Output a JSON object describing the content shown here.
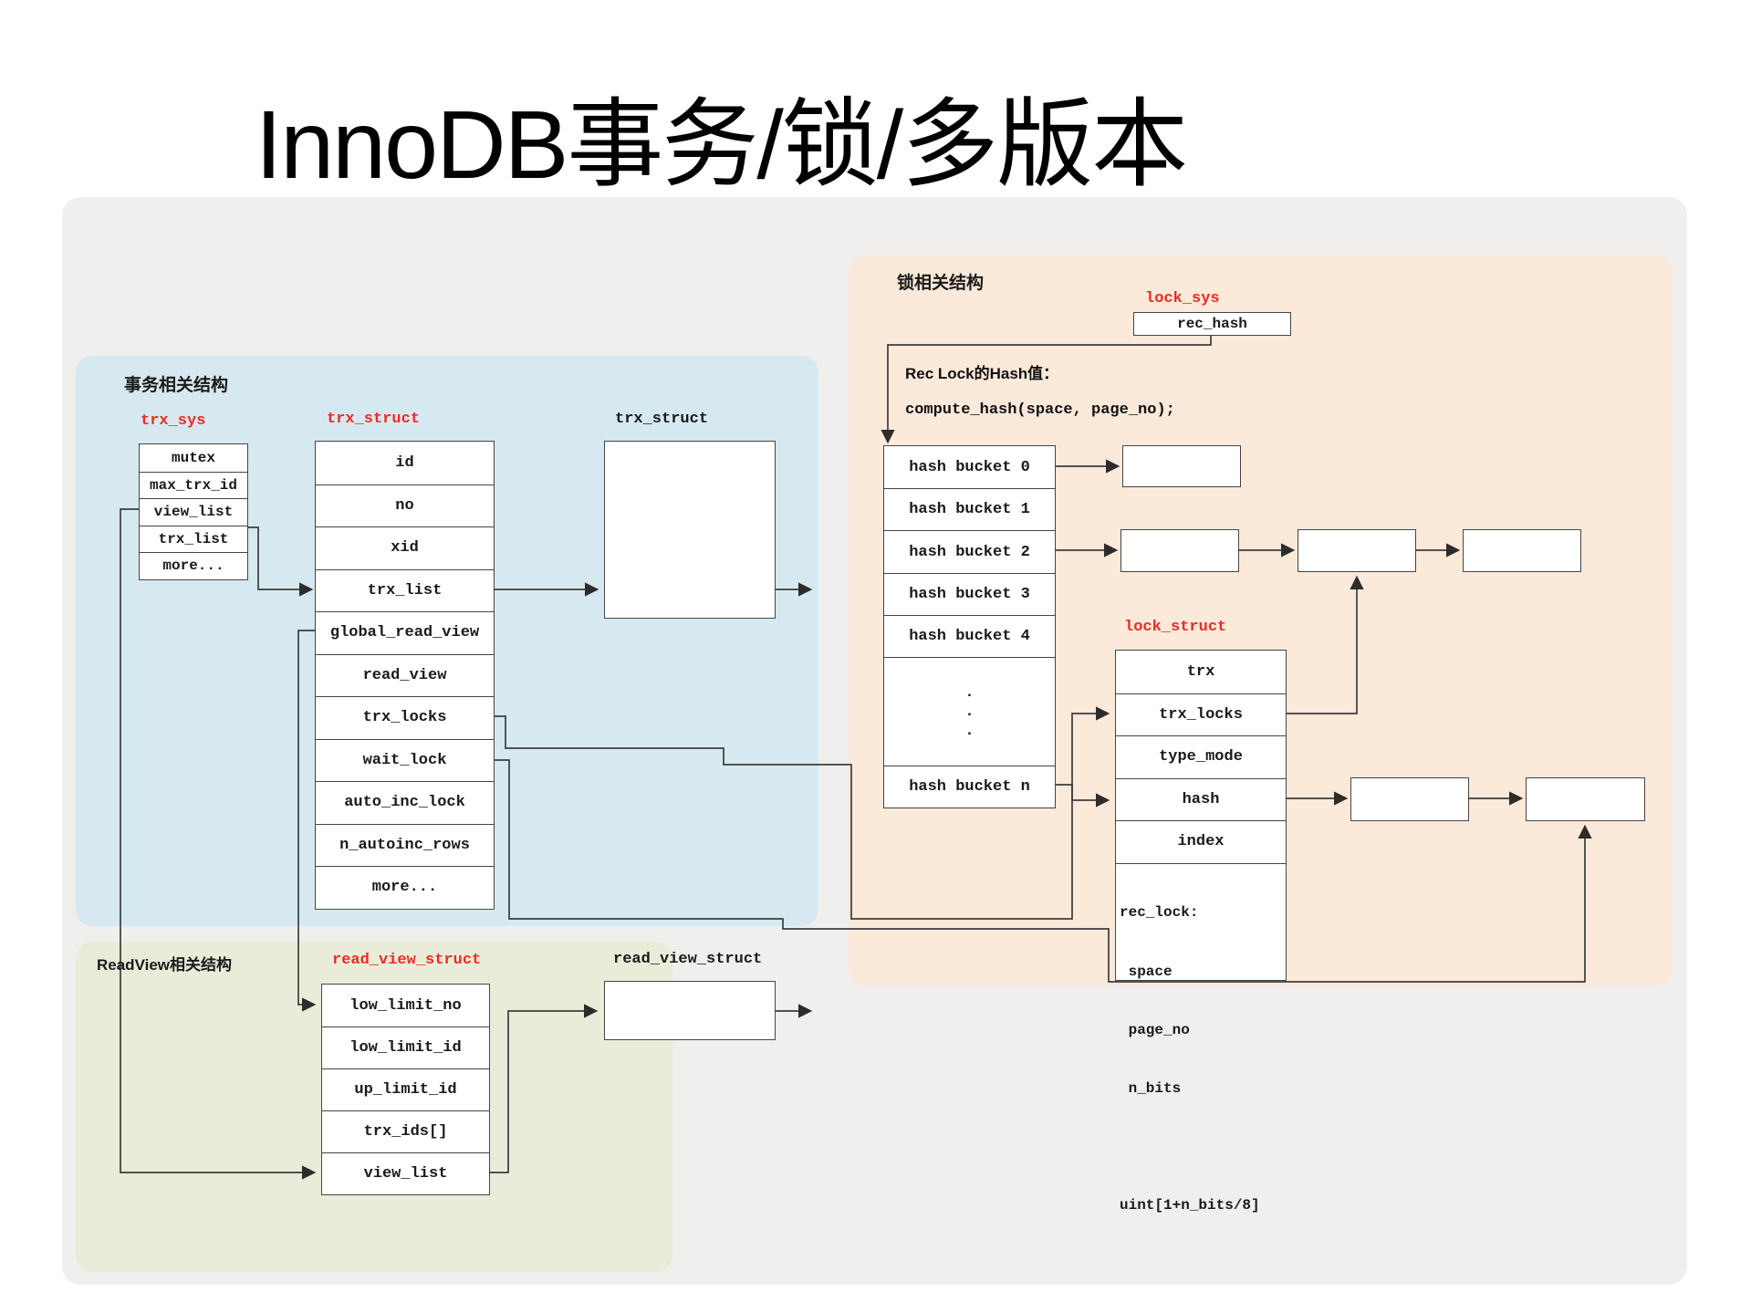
{
  "title": "InnoDB事务/锁/多版本",
  "regions": {
    "transaction": {
      "label": "事务相关结构"
    },
    "readview": {
      "label": "ReadView相关结构"
    },
    "lock": {
      "label": "锁相关结构"
    }
  },
  "trx_sys": {
    "name": "trx_sys",
    "rows": [
      "mutex",
      "max_trx_id",
      "view_list",
      "trx_list",
      "more..."
    ]
  },
  "trx_struct": {
    "name": "trx_struct",
    "rows": [
      "id",
      "no",
      "xid",
      "trx_list",
      "global_read_view",
      "read_view",
      "trx_locks",
      "wait_lock",
      "auto_inc_lock",
      "n_autoinc_rows",
      "more..."
    ]
  },
  "trx_struct_next": {
    "name": "trx_struct"
  },
  "read_view_struct": {
    "name": "read_view_struct",
    "rows": [
      "low_limit_no",
      "low_limit_id",
      "up_limit_id",
      "trx_ids[]",
      "view_list"
    ]
  },
  "read_view_struct_next": {
    "name": "read_view_struct"
  },
  "lock_sys": {
    "name": "lock_sys",
    "field": "rec_hash"
  },
  "rec_lock_note": {
    "line1": "Rec Lock的Hash值：",
    "line2": "compute_hash(space, page_no);"
  },
  "hash_buckets": {
    "rows": [
      "hash bucket 0",
      "hash bucket 1",
      "hash bucket 2",
      "hash bucket 3",
      "hash bucket 4"
    ],
    "dots": [
      ".",
      ".",
      "."
    ],
    "last": "hash bucket n"
  },
  "lock_struct": {
    "name": "lock_struct",
    "rows": [
      "trx",
      "trx_locks",
      "type_mode",
      "hash",
      "index"
    ],
    "rec_lock_cell": [
      "rec_lock:",
      " space",
      " page_no",
      " n_bits",
      "",
      "uint[1+n_bits/8]"
    ]
  },
  "colors": {
    "accent_red": "#ee2b24",
    "region_blue": "#d7e9f0",
    "region_green": "#e9ecd9",
    "region_orange": "#fbe9da",
    "region_gray": "#f0efee",
    "line": "#3c3c3c"
  }
}
